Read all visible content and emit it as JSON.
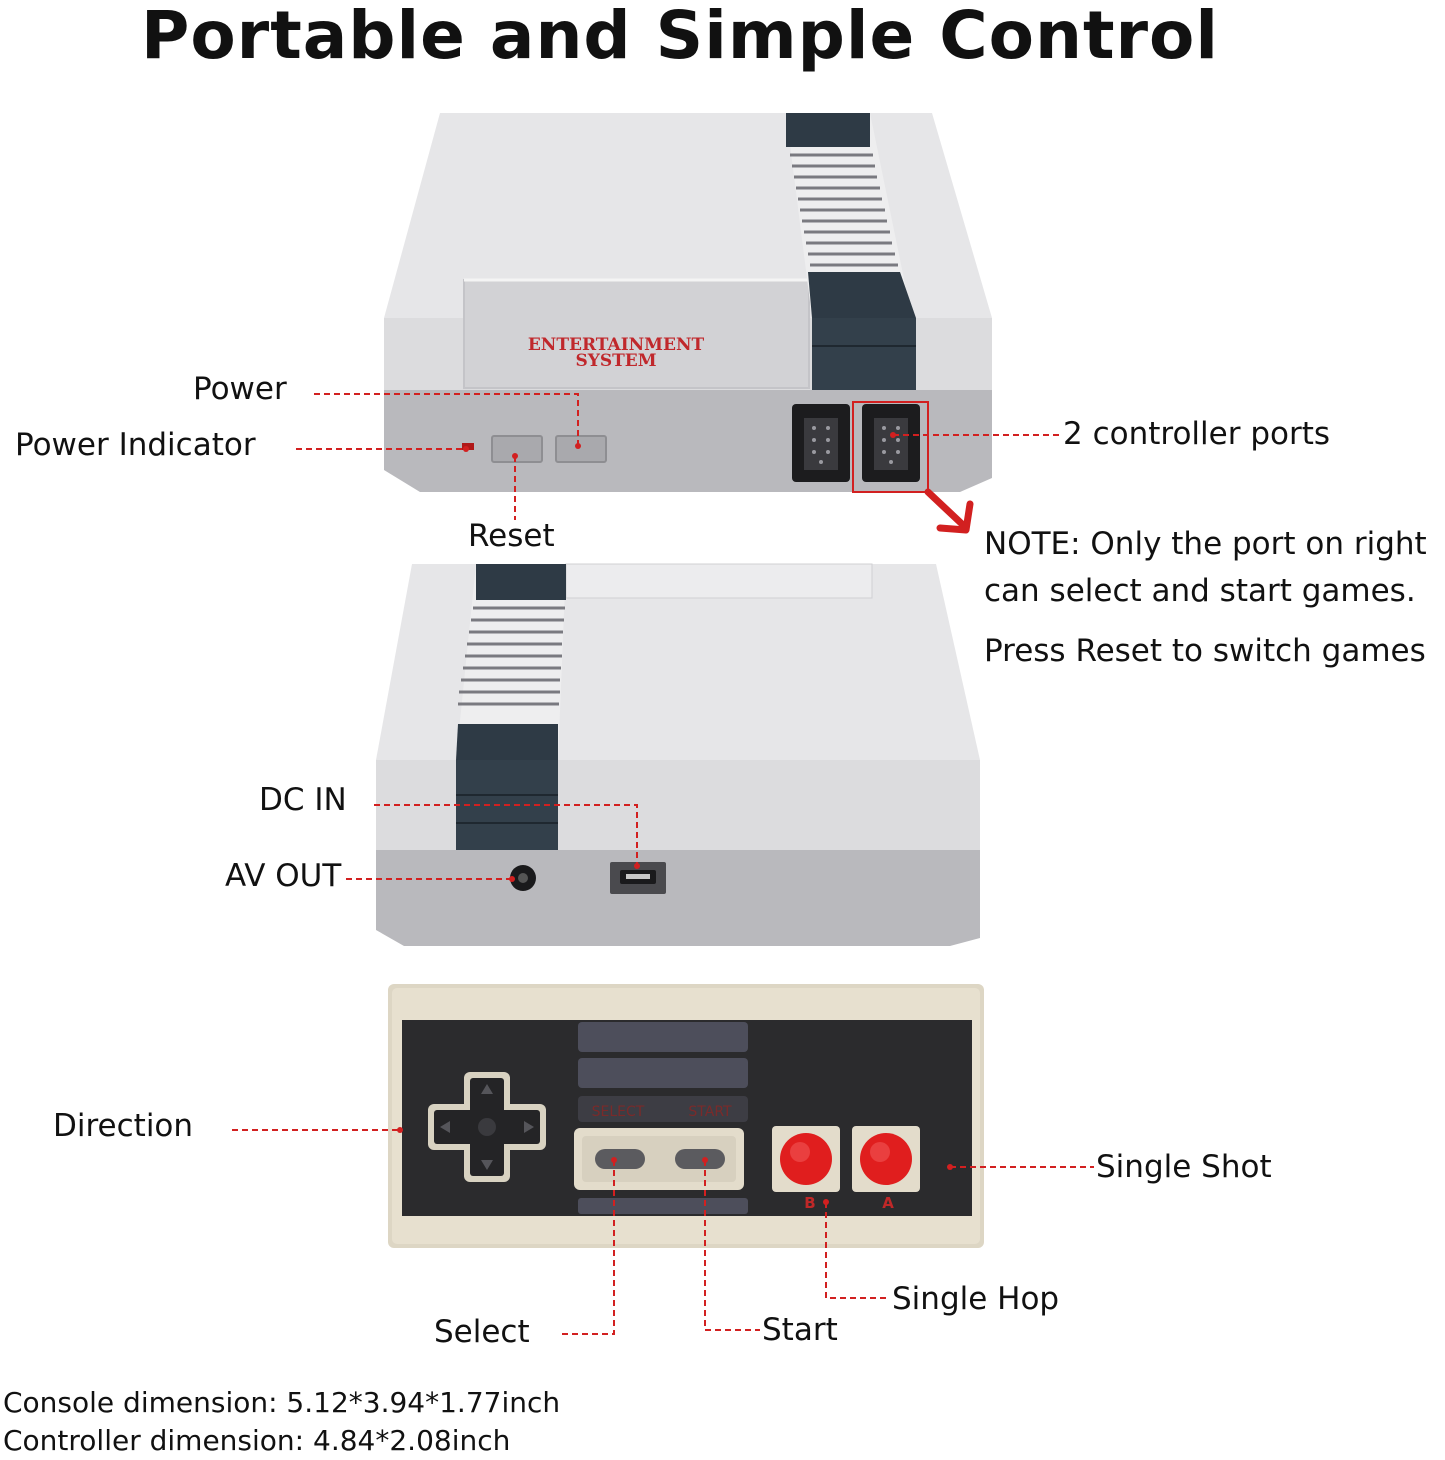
{
  "title": "Portable and Simple Control",
  "console_front": {
    "badge_line1": "ENTERTAINMENT",
    "badge_line2": "SYSTEM",
    "labels": {
      "power": "Power",
      "power_indicator": "Power Indicator",
      "reset": "Reset",
      "ports": "2 controller ports"
    }
  },
  "note": {
    "line1": "NOTE: Only the port on right",
    "line2": "can select and start games.",
    "line3": "Press Reset to switch games"
  },
  "console_back": {
    "labels": {
      "dc_in": "DC IN",
      "av_out": "AV OUT"
    }
  },
  "controller": {
    "select_print": "SELECT",
    "start_print": "START",
    "b_print": "B",
    "a_print": "A",
    "labels": {
      "direction": "Direction",
      "single_shot": "Single Shot",
      "single_hop": "Single Hop",
      "select": "Select",
      "start": "Start"
    }
  },
  "dimensions": {
    "console": "Console dimension: 5.12*3.94*1.77inch",
    "controller": "Controller dimension: 4.84*2.08inch"
  },
  "colors": {
    "accent_red": "#d22020",
    "body_light": "#dedede",
    "body_dark": "#b8b8bc",
    "stripe": "#2e3a45"
  }
}
